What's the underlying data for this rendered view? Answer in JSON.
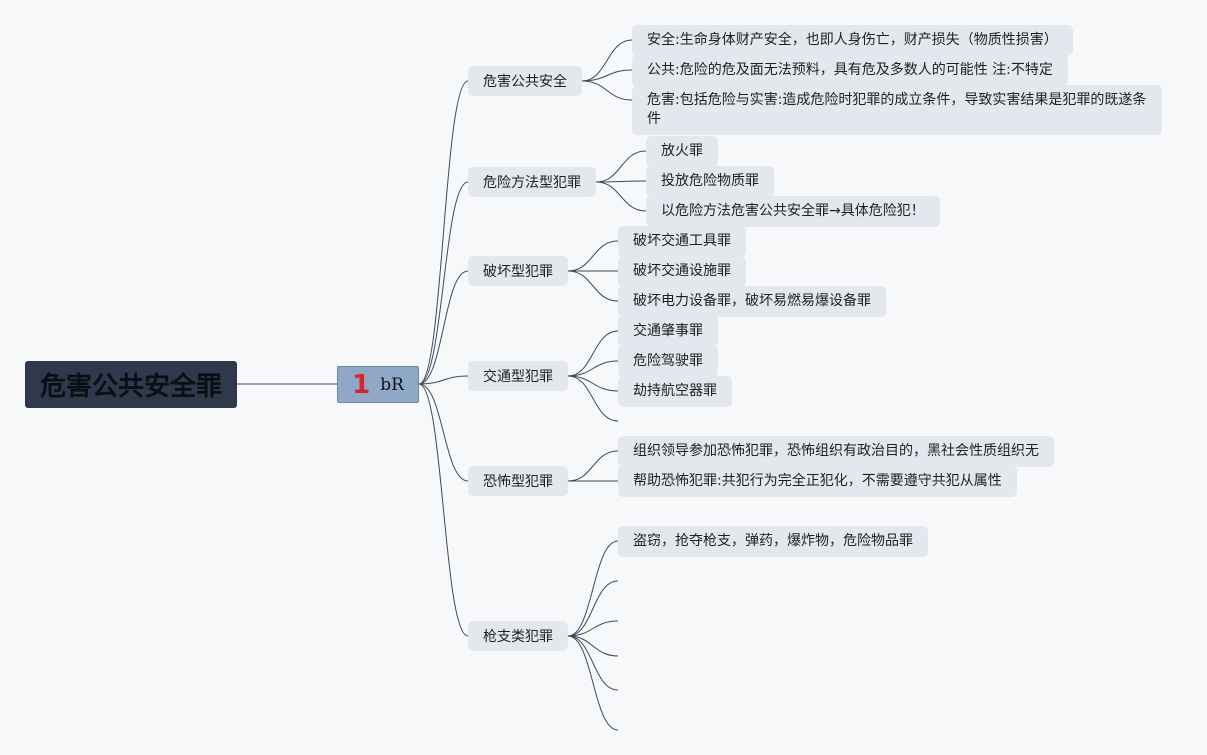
{
  "root": {
    "title": "危害公共安全罪"
  },
  "hub": {
    "mark": "1",
    "label": "bR"
  },
  "topics": [
    {
      "label": "危害公共安全",
      "leaves": [
        "安全:生命身体财产安全，也即人身伤亡，财产损失（物质性损害）",
        "公共:危险的危及面无法预料，具有危及多数人的可能性 注:不特定",
        "危害:包括危险与实害:造成危险时犯罪的成立条件，导致实害结果是犯罪的既遂条件"
      ]
    },
    {
      "label": "危险方法型犯罪",
      "leaves": [
        "放火罪",
        "投放危险物质罪",
        "以危险方法危害公共安全罪→具体危险犯！"
      ]
    },
    {
      "label": "破坏型犯罪",
      "leaves": [
        "破坏交通工具罪",
        "破坏交通设施罪",
        "破坏电力设备罪，破坏易燃易爆设备罪"
      ]
    },
    {
      "label": "交通型犯罪",
      "leaves": [
        "交通肇事罪",
        "危险驾驶罪",
        "劫持航空器罪"
      ]
    },
    {
      "label": "恐怖型犯罪",
      "leaves": [
        "组织领导参加恐怖犯罪，恐怖组织有政治目的，黑社会性质组织无",
        "帮助恐怖犯罪:共犯行为完全正犯化，不需要遵守共犯从属性"
      ]
    },
    {
      "label": "枪支类犯罪",
      "leaves": [
        "盗窃，抢夺枪支，弹药，爆炸物，危险物品罪"
      ]
    }
  ],
  "colors": {
    "line": "#3b4a60",
    "node_bg": "#e4e8ee",
    "root_bg": "#2e3a4c",
    "hub_bg": "#8fa8c8"
  }
}
